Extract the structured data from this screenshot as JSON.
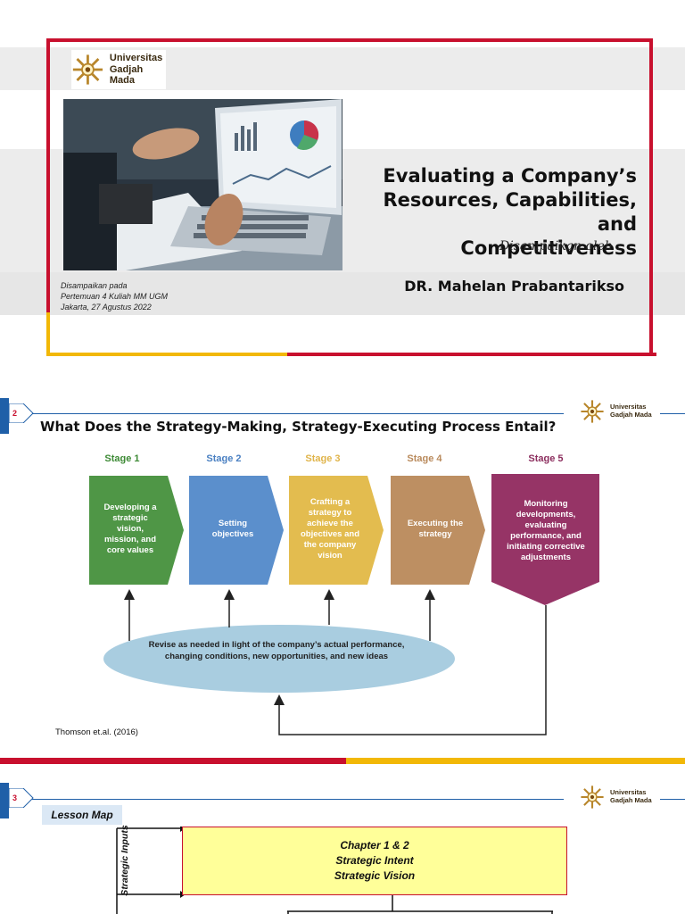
{
  "colors": {
    "red": "#c8102e",
    "gold": "#f2b807",
    "blue": "#1f5fa8",
    "band_gray": "#ececec"
  },
  "logo": {
    "line1": "Universitas",
    "line2": "Gadjah Mada",
    "icon": "ugm-emblem-icon"
  },
  "slide1": {
    "title_lines": [
      "Evaluating a Company’s",
      "Resources, Capabilities, and",
      "Competitiveness"
    ],
    "presented_by": "Disampaikan oleh :",
    "speaker": "DR. Mahelan Prabantarikso",
    "footnote_lines": [
      "Disampaikan  pada",
      "Pertemuan 4 Kuliah MM UGM",
      "Jakarta, 27 Agustus 2022"
    ],
    "photo": "business-laptop-charts-photo"
  },
  "slide2": {
    "number": "2",
    "title": "What Does the Strategy-Making, Strategy-Executing Process Entail?",
    "stages": [
      {
        "label": "Stage 1",
        "text": "Developing a strategic vision, mission, and core values",
        "color": "#4f9646",
        "label_color": "#3d8a35"
      },
      {
        "label": "Stage 2",
        "text": "Setting objectives",
        "color": "#5b8fcc",
        "label_color": "#4a80c2"
      },
      {
        "label": "Stage 3",
        "text": "Crafting a strategy to achieve the objectives and the company vision",
        "color": "#e3bc4f",
        "label_color": "#e0b44a"
      },
      {
        "label": "Stage 4",
        "text": "Executing the strategy",
        "color": "#bd8f62",
        "label_color": "#b98a5c"
      },
      {
        "label": "Stage 5",
        "text": "Monitoring developments, evaluating performance, and initiating corrective adjustments",
        "color": "#963466",
        "label_color": "#8c2e5e"
      }
    ],
    "feedback": "Revise as needed in light of the company’s actual performance, changing conditions, new opportunities, and new ideas",
    "citation": "Thomson et.al. (2016)"
  },
  "slide3": {
    "number": "3",
    "lesson_map": "Lesson Map",
    "strategic_inputs": "Strategic Inputs",
    "chapter_lines": [
      "Chapter 1 & 2",
      "Strategic Intent",
      "Strategic Vision"
    ]
  }
}
